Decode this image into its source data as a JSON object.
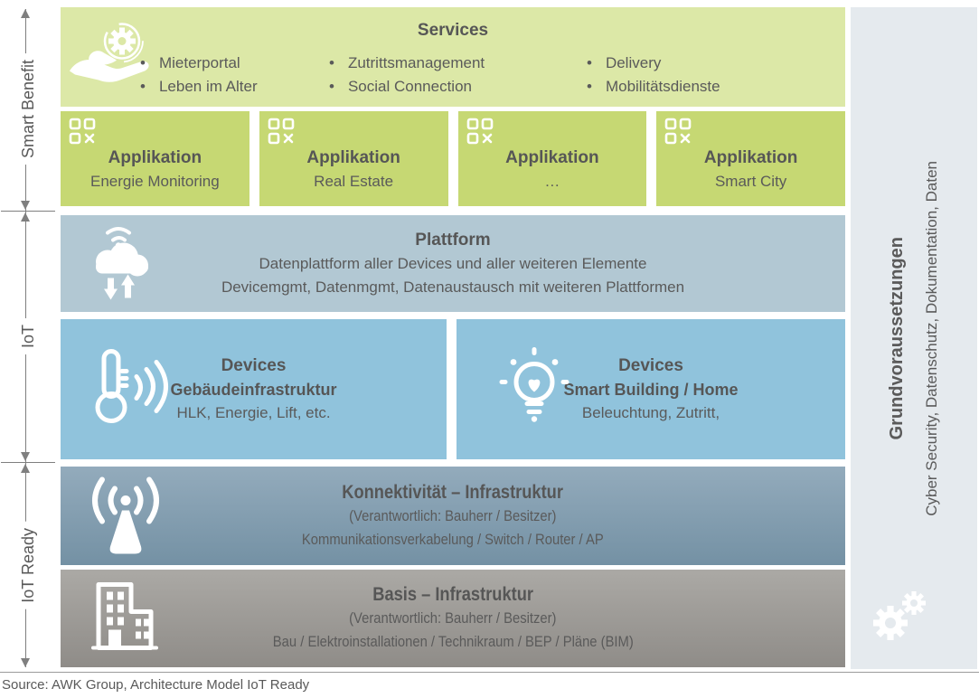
{
  "axis": {
    "segments": [
      {
        "label": "Smart Benefit"
      },
      {
        "label": "IoT"
      },
      {
        "label": "IoT Ready"
      }
    ]
  },
  "layers": {
    "services": {
      "title": "Services",
      "bullet_columns": [
        [
          "Mieterportal",
          "Leben im Alter"
        ],
        [
          "Zutrittsmanagement",
          "Social Connection"
        ],
        [
          "Delivery",
          "Mobilitätsdienste"
        ]
      ]
    },
    "applications": {
      "items": [
        {
          "title": "Applikation",
          "subtitle": "Energie Monitoring"
        },
        {
          "title": "Applikation",
          "subtitle": "Real Estate"
        },
        {
          "title": "Applikation",
          "subtitle": "…"
        },
        {
          "title": "Applikation",
          "subtitle": "Smart City"
        }
      ]
    },
    "platform": {
      "title": "Plattform",
      "line1": "Datenplattform aller Devices und aller weiteren Elemente",
      "line2": "Devicemgmt, Datenmgmt, Datenaustausch mit weiteren Plattformen"
    },
    "devices": [
      {
        "title": "Devices",
        "subtitle": "Gebäudeinfrastruktur",
        "line": "HLK, Energie, Lift, etc."
      },
      {
        "title": "Devices",
        "subtitle": "Smart Building / Home",
        "line": "Beleuchtung, Zutritt,"
      }
    ],
    "connectivity": {
      "title": "Konnektivität – Infrastruktur",
      "line1": "(Verantwortlich: Bauherr / Besitzer)",
      "line2": "Kommunikationsverkabelung / Switch / Router / AP"
    },
    "basis": {
      "title": "Basis – Infrastruktur",
      "line1": "(Verantwortlich: Bauherr / Besitzer)",
      "line2": "Bau / Elektroinstallationen / Technikraum / BEP / Pläne (BIM)"
    }
  },
  "sidebar": {
    "title": "Grundvoraussetzungen",
    "subtitle": "Cyber Security, Datenschutz, Dokumentation, Daten"
  },
  "footer": {
    "source": "Source: AWK Group, Architecture Model IoT Ready"
  },
  "colors": {
    "services_bg": "#dce8a7",
    "applikation_bg": "#c6d873",
    "plattform_bg": "#b2c8d3",
    "devices_bg": "#90c3dc",
    "konnektivitaet_top": "#93abbc",
    "konnektivitaet_bottom": "#7491a4",
    "basis_top": "#aba9a5",
    "basis_bottom": "#8f8c88",
    "sidebar_bg": "#e5eaee",
    "text": "#595959",
    "axis": "#7f7f7f"
  }
}
